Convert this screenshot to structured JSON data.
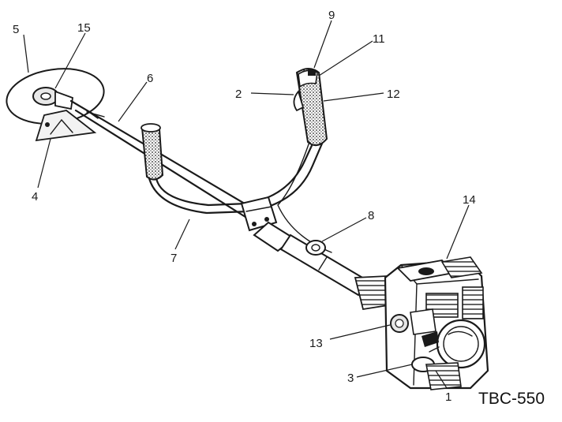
{
  "model": "TBC-550",
  "callouts": {
    "c1": "1",
    "c2": "2",
    "c3": "3",
    "c4": "4",
    "c5": "5",
    "c6": "6",
    "c7": "7",
    "c8": "8",
    "c9": "9",
    "c11": "11",
    "c12": "12",
    "c13": "13",
    "c14": "14",
    "c15": "15"
  }
}
